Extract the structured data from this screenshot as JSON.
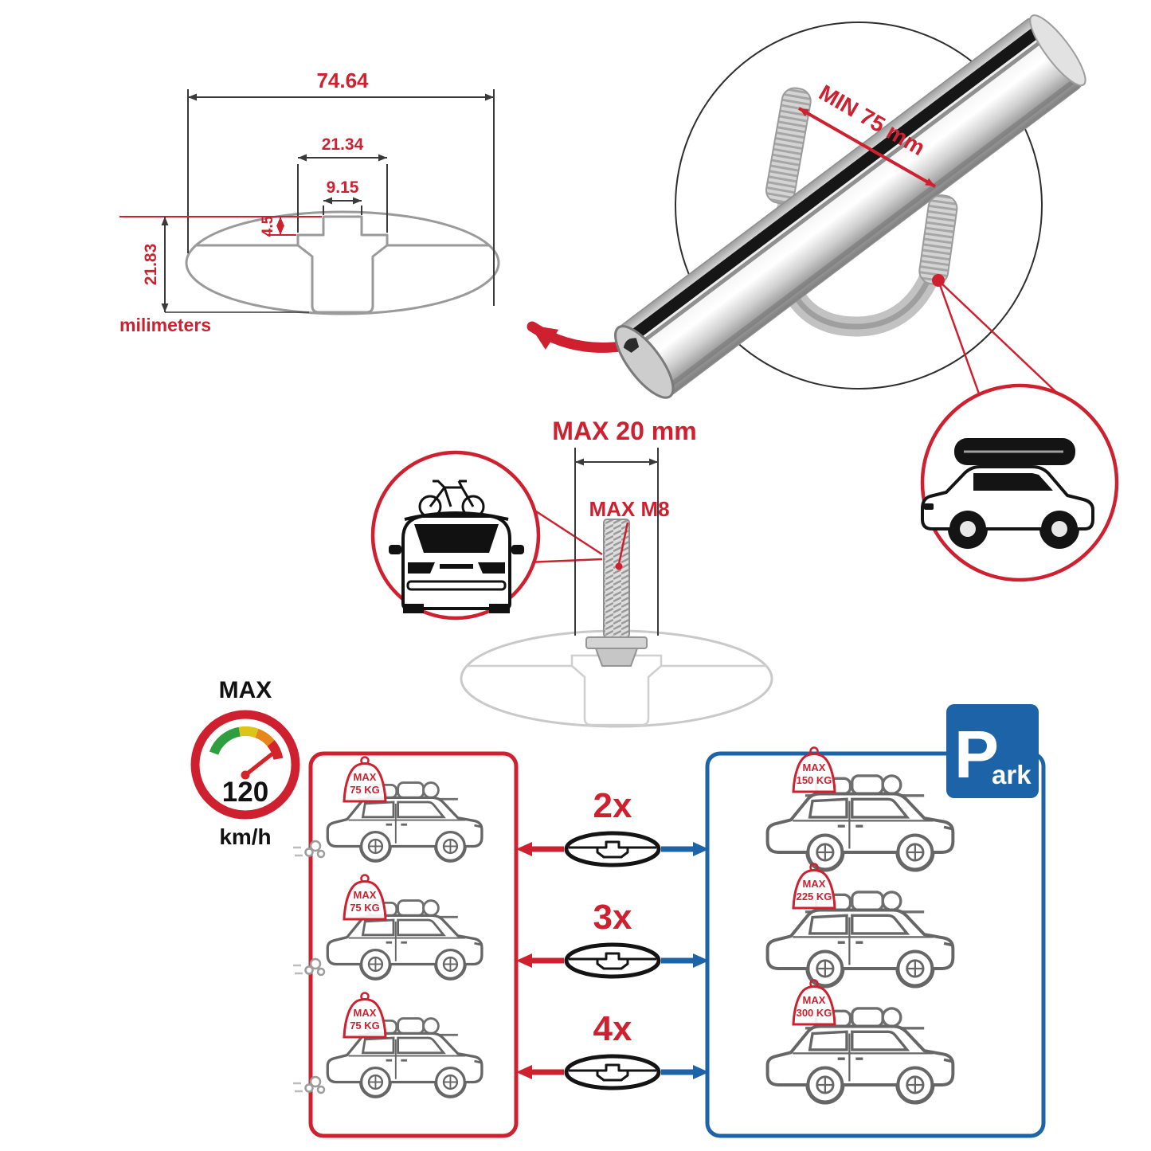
{
  "cross_section": {
    "outer_width": "74.64",
    "slot_outer_width": "21.34",
    "slot_inner_width": "9.15",
    "lip_depth": "4.5",
    "height": "21.83",
    "units_label": "milimeters"
  },
  "bar_zoom": {
    "min_span_label": "MIN 75 mm"
  },
  "bolt": {
    "max_width_label": "MAX 20 mm",
    "max_thread_label": "MAX M8"
  },
  "speed_limit": {
    "label": "MAX",
    "value": "120",
    "unit": "km/h"
  },
  "park_sign": {
    "letter": "P",
    "suffix": "ark"
  },
  "driving_panel": {
    "cars": [
      {
        "max_label": "MAX",
        "load": "75 KG"
      },
      {
        "max_label": "MAX",
        "load": "75 KG"
      },
      {
        "max_label": "MAX",
        "load": "75 KG"
      }
    ]
  },
  "parked_panel": {
    "cars": [
      {
        "max_label": "MAX",
        "load": "150 KG"
      },
      {
        "max_label": "MAX",
        "load": "225 KG"
      },
      {
        "max_label": "MAX",
        "load": "300 KG"
      }
    ]
  },
  "multipliers": [
    {
      "label": "2x"
    },
    {
      "label": "3x"
    },
    {
      "label": "4x"
    }
  ],
  "colors": {
    "red": "#cf2030",
    "blue": "#1d63a8"
  }
}
